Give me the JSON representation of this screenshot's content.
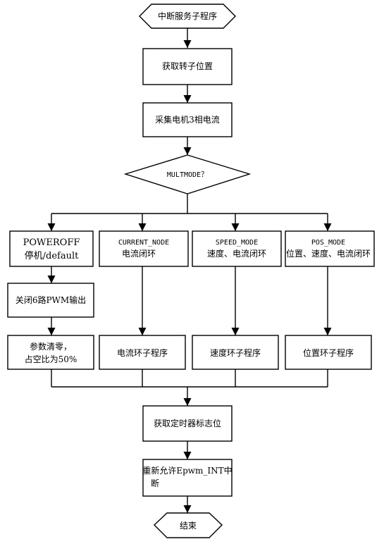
{
  "flow": {
    "start": "中断服务子程序",
    "get_rotor_pos": "获取转子位置",
    "sample_current": "采集电机3相电流",
    "decision": "MULTMODE？",
    "modes": {
      "poweroff": {
        "line1": "POWEROFF",
        "line2": "停机/default"
      },
      "current": {
        "line1": "CURRENT_NODE",
        "line2": "电流闭环"
      },
      "speed": {
        "line1": "SPEED_MODE",
        "line2": "速度、电流闭环"
      },
      "pos": {
        "line1": "POS_MODE",
        "line2": "位置、速度、电流闭环"
      }
    },
    "close_pwm": "关闭6路PWM输出",
    "clear_params": {
      "line1": "参数清零，",
      "line2": "占空比为50%"
    },
    "current_loop": "电流环子程序",
    "speed_loop": "速度环子程序",
    "pos_loop": "位置环子程序",
    "get_timer_flag": "获取定时器标志位",
    "reenable_int": {
      "line1": "重新允许Epwm_INT中",
      "line2": "断"
    },
    "end": "结束"
  }
}
